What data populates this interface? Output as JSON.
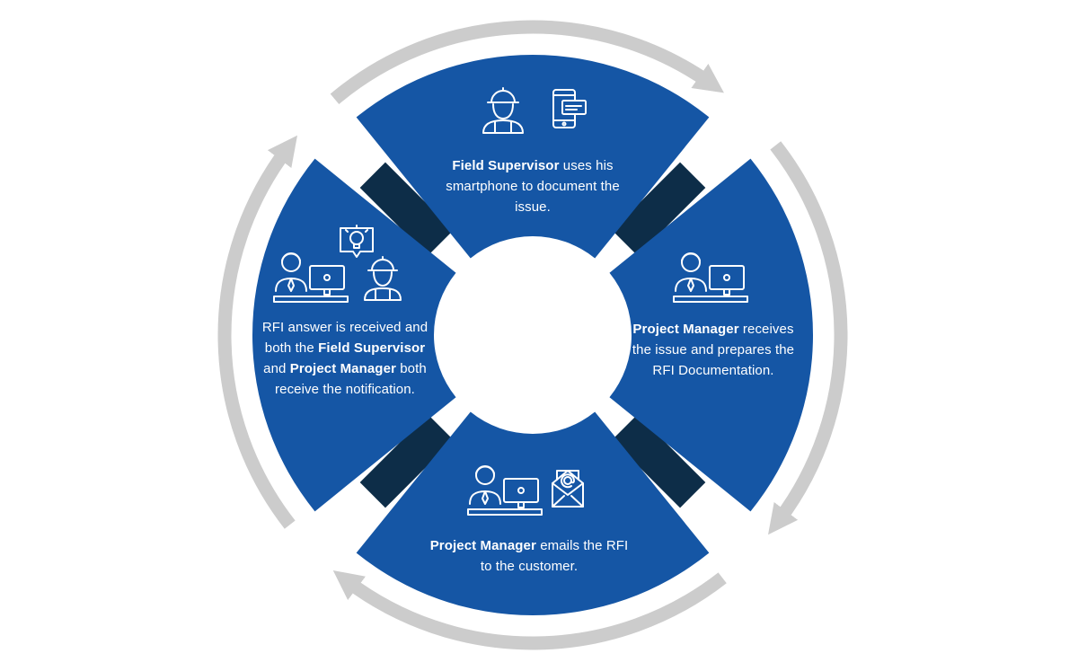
{
  "diagram": {
    "colors": {
      "segment": "#1556a5",
      "connector": "#0d2d48",
      "cycle_arrow": "#cccccc",
      "icon_stroke": "#ffffff",
      "background": "#ffffff"
    },
    "steps": [
      {
        "id": "top",
        "icons": [
          "construction-worker-icon",
          "smartphone-message-icon"
        ],
        "bold": "Field Supervisor",
        "rest": " uses his smartphone to document the issue."
      },
      {
        "id": "right",
        "icons": [
          "manager-at-computer-icon"
        ],
        "bold": "Project Manager",
        "rest": " receives the issue and prepares the RFI Documentation."
      },
      {
        "id": "bottom",
        "icons": [
          "manager-at-computer-icon",
          "email-envelope-icon"
        ],
        "bold": "Project Manager",
        "rest": " emails the RFI to the customer."
      },
      {
        "id": "left",
        "icons": [
          "manager-at-computer-icon",
          "idea-bulb-icon",
          "construction-worker-icon"
        ],
        "pre": "RFI answer is received and both the ",
        "bold1": "Field Supervisor",
        "mid": " and ",
        "bold2": "Project Manager",
        "post": " both receive the notification."
      }
    ]
  }
}
